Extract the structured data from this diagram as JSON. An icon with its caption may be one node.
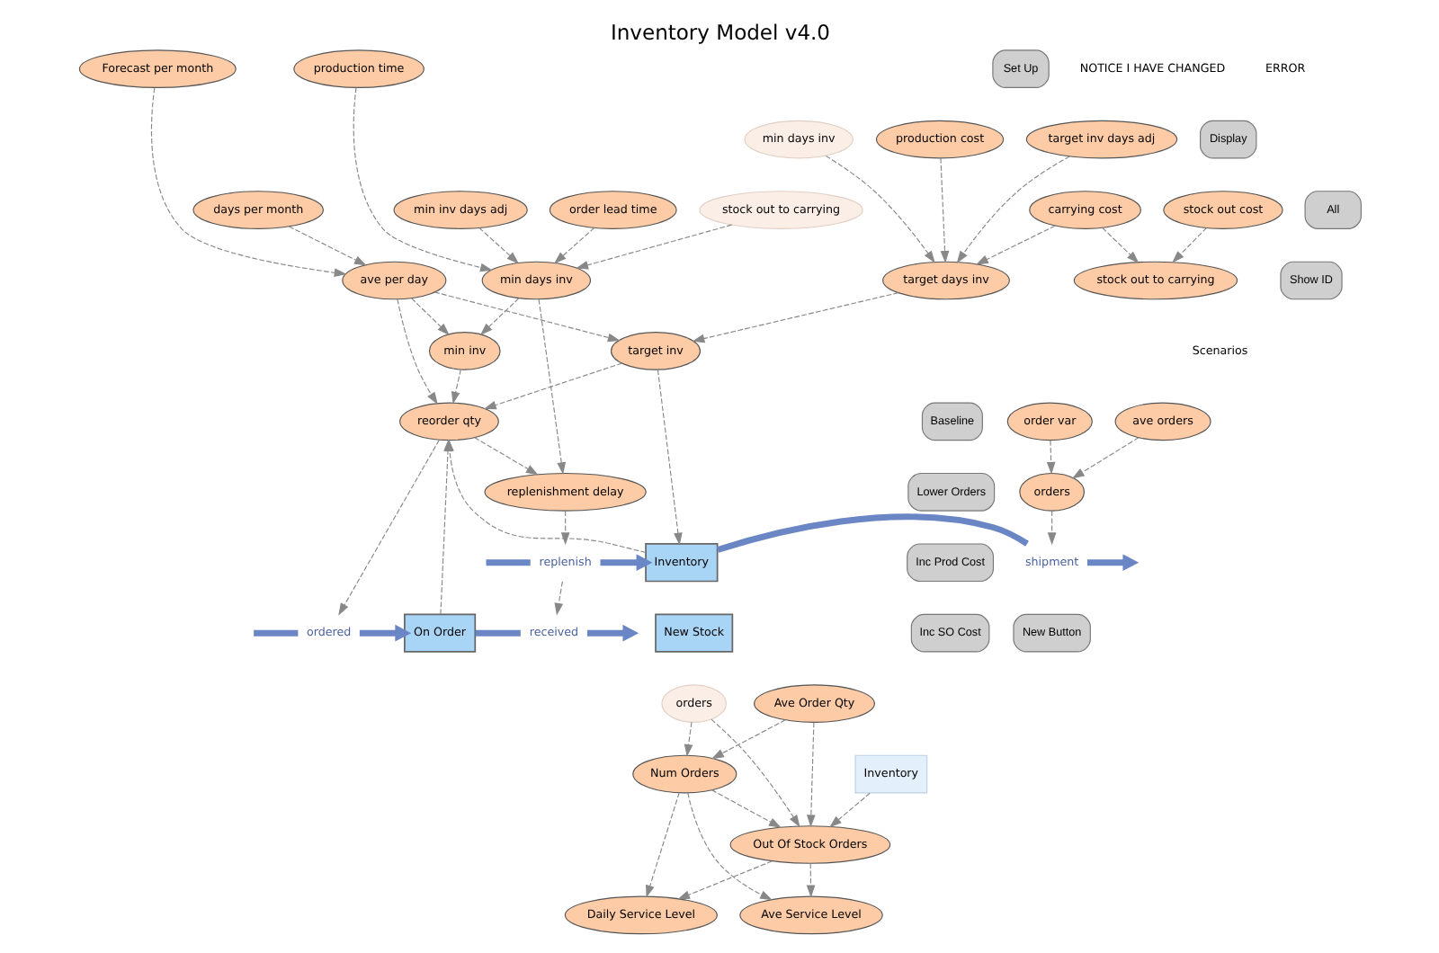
{
  "diagram": {
    "title": "Inventory Model v4.0",
    "nodes": [
      {
        "text": [
          "Set Up"
        ]
      },
      {
        "text": [
          "Display"
        ]
      },
      {
        "text": [
          "All"
        ]
      },
      {
        "text": [
          "Show ID"
        ]
      },
      {
        "text": [
          "production time"
        ]
      },
      {
        "text": [
          "min inv days adj"
        ]
      },
      {
        "text": [
          "order lead time"
        ]
      },
      {
        "text": [
          "min days inv"
        ]
      },
      {
        "text": [
          "stock out to carrying"
        ]
      },
      {
        "text": [
          "min inv"
        ]
      },
      {
        "text": [
          "Forecast per month"
        ]
      },
      {
        "text": [
          "days per month"
        ]
      },
      {
        "text": [
          "ave per day"
        ]
      },
      {
        "text": [
          "min days inv"
        ]
      },
      {
        "text": [
          "production cost"
        ]
      },
      {
        "text": [
          "target days inv"
        ]
      },
      {
        "text": [
          "carrying cost"
        ]
      },
      {
        "text": [
          "target inv days adj"
        ]
      },
      {
        "text": [
          "reorder qty"
        ]
      },
      {
        "text": [
          "target inv"
        ]
      },
      {
        "text": [
          "replenishment delay"
        ]
      },
      {
        "text": [
          "order var"
        ]
      },
      {
        "text": [
          "stock out to carrying"
        ]
      },
      {
        "text": [
          "stock out cost"
        ]
      },
      {
        "text": [
          "received"
        ]
      },
      {
        "text": [
          "On Order"
        ]
      },
      {
        "text": [
          "ordered"
        ]
      },
      {
        "text": [
          "orders"
        ]
      },
      {
        "text": [
          "ave orders"
        ]
      },
      {
        "text": [
          "Baseline"
        ]
      },
      {
        "text": [
          "Lower Orders"
        ]
      },
      {
        "text": [
          "Inc Prod Cost"
        ]
      },
      {
        "text": [
          "Inc SO Cost"
        ]
      },
      {
        "text": [
          "replenish"
        ]
      },
      {
        "text": [
          "Inventory"
        ]
      },
      {
        "text": [
          "shipment"
        ]
      },
      {
        "text": [
          "New Button"
        ]
      },
      {
        "text": [
          "New Stock"
        ]
      },
      {
        "text": [
          "orders"
        ]
      },
      {
        "text": [
          "Ave Order Qty"
        ]
      },
      {
        "text": [
          "Num Orders"
        ]
      },
      {
        "text": [
          "Inventory"
        ]
      },
      {
        "text": [
          "Out Of Stock Orders"
        ]
      },
      {
        "text": [
          "Daily Service Level"
        ]
      },
      {
        "text": [
          "Ave Service Level"
        ]
      }
    ],
    "edges": [
      {
        "from": 4,
        "to": 7,
        "arrow": "to",
        "style": "dashed"
      },
      {
        "from": 5,
        "to": 7,
        "arrow": "to",
        "style": "dashed"
      },
      {
        "from": 6,
        "to": 7,
        "arrow": "to",
        "style": "dashed"
      },
      {
        "from": 8,
        "to": 7,
        "arrow": "to",
        "style": "dashed"
      },
      {
        "from": 7,
        "to": 9,
        "arrow": "to",
        "style": "dashed"
      },
      {
        "from": 7,
        "to": 20,
        "arrow": "to",
        "style": "dashed"
      },
      {
        "from": 10,
        "to": 12,
        "arrow": "to",
        "style": "dashed"
      },
      {
        "from": 11,
        "to": 12,
        "arrow": "to",
        "style": "dashed"
      },
      {
        "from": 12,
        "to": 9,
        "arrow": "to",
        "style": "dashed"
      },
      {
        "from": 12,
        "to": 18,
        "arrow": "to",
        "style": "dashed"
      },
      {
        "from": 12,
        "to": 19,
        "arrow": "to",
        "style": "dashed"
      },
      {
        "from": 9,
        "to": 18,
        "arrow": "to",
        "style": "dashed"
      },
      {
        "from": 13,
        "to": 15,
        "arrow": "to",
        "style": "dashed"
      },
      {
        "from": 14,
        "to": 15,
        "arrow": "to",
        "style": "dashed"
      },
      {
        "from": 16,
        "to": 15,
        "arrow": "to",
        "style": "dashed"
      },
      {
        "from": 17,
        "to": 15,
        "arrow": "to",
        "style": "dashed"
      },
      {
        "from": 15,
        "to": 19,
        "arrow": "to",
        "style": "dashed"
      },
      {
        "from": 19,
        "to": 18,
        "arrow": "to",
        "style": "dashed"
      },
      {
        "from": 16,
        "to": 22,
        "arrow": "to",
        "style": "dashed"
      },
      {
        "from": 23,
        "to": 22,
        "arrow": "to",
        "style": "dashed"
      },
      {
        "from": 18,
        "to": 20,
        "arrow": "to",
        "style": "dashed"
      },
      {
        "from": 25,
        "to": 18,
        "arrow": "to",
        "style": "dashed"
      },
      {
        "from": 34,
        "to": 18,
        "arrow": "to",
        "style": "dashed"
      },
      {
        "from": 18,
        "to": 26,
        "arrow": "to",
        "style": "dashed"
      },
      {
        "from": 19,
        "to": 34,
        "arrow": "to",
        "style": "dashed"
      },
      {
        "from": 20,
        "to": 33,
        "arrow": "to",
        "style": "dashed"
      },
      {
        "from": 33,
        "to": 24,
        "arrow": "to",
        "style": "dashed"
      },
      {
        "from": 21,
        "to": 27,
        "arrow": "to",
        "style": "dashed"
      },
      {
        "from": 28,
        "to": 27,
        "arrow": "to",
        "style": "dashed"
      },
      {
        "from": 27,
        "to": 35,
        "arrow": "to",
        "style": "dashed"
      },
      {
        "from": 25,
        "to": 24,
        "arrow": "none",
        "style": "thick",
        "color": "#6a86c4"
      },
      {
        "from": 24,
        "to": null,
        "arrow": "to",
        "style": "thick",
        "color": "#6a86c4"
      },
      {
        "from": null,
        "to": 26,
        "arrow": "none",
        "style": "thick",
        "color": "#6a86c4"
      },
      {
        "from": 26,
        "to": 25,
        "arrow": "to",
        "style": "thick",
        "color": "#6a86c4"
      },
      {
        "from": null,
        "to": 33,
        "arrow": "none",
        "style": "thick",
        "color": "#6a86c4"
      },
      {
        "from": 33,
        "to": 34,
        "arrow": "to",
        "style": "thick",
        "color": "#6a86c4"
      },
      {
        "from": 34,
        "to": 35,
        "arrow": "none",
        "style": "thick",
        "color": "#6a86c4"
      },
      {
        "from": 35,
        "to": null,
        "arrow": "to",
        "style": "thick",
        "color": "#6a86c4"
      },
      {
        "from": 38,
        "to": 42,
        "arrow": "to",
        "style": "dashed"
      },
      {
        "from": 38,
        "to": 40,
        "arrow": "to",
        "style": "dashed"
      },
      {
        "from": 39,
        "to": 40,
        "arrow": "to",
        "style": "dashed"
      },
      {
        "from": 39,
        "to": 42,
        "arrow": "to",
        "style": "dashed"
      },
      {
        "from": 41,
        "to": 42,
        "arrow": "to",
        "style": "dashed"
      },
      {
        "from": 40,
        "to": 42,
        "arrow": "to",
        "style": "dashed"
      },
      {
        "from": 40,
        "to": 43,
        "arrow": "to",
        "style": "dashed"
      },
      {
        "from": 40,
        "to": 44,
        "arrow": "to",
        "style": "dashed"
      },
      {
        "from": 42,
        "to": 43,
        "arrow": "to",
        "style": "dashed"
      },
      {
        "from": 42,
        "to": 44,
        "arrow": "to",
        "style": "dashed"
      }
    ],
    "labels": [
      "NOTICE I HAVE CHANGED",
      "ERROR",
      "Scenarios"
    ]
  }
}
